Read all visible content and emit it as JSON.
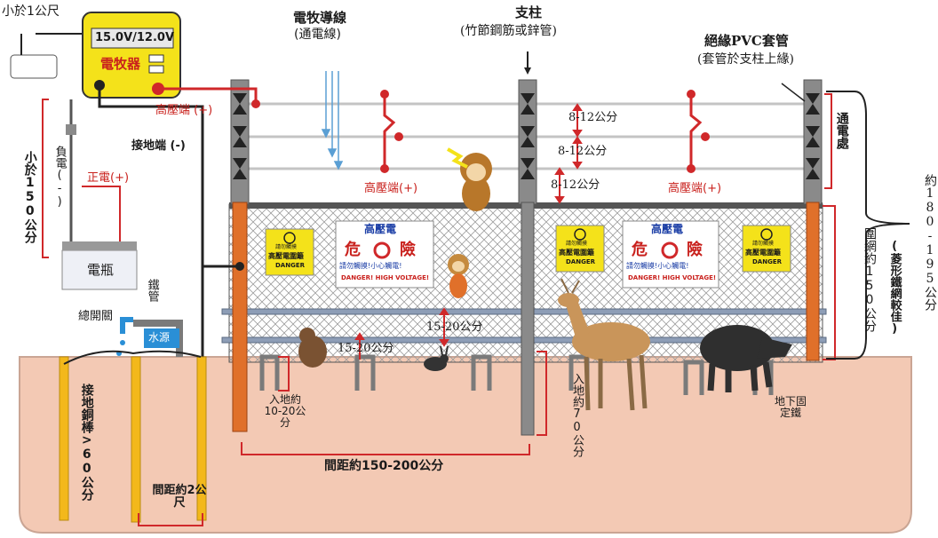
{
  "colors": {
    "ground": "#f3c9b4",
    "wire": "#c8c8c8",
    "hot_lead": "#d0282a",
    "post_orange": "#e0702a",
    "post_gray": "#8a8a8a",
    "mesh": "#b9b9b9",
    "energizer_yellow": "#f4e21a",
    "rod_yellow": "#f3b81b",
    "water_blue": "#2a8fd6"
  },
  "labels": {
    "less_than_1m": "小於1公尺",
    "voltage_display": "15.0V/12.0V",
    "energizer": "電牧器",
    "high_voltage_terminal": "高壓端 (+)",
    "ground_terminal": "接地端 (-)",
    "negative_lead": "負電(-)",
    "positive_lead": "正電(+)",
    "less_than_150cm": "小於150公分",
    "battery": "電瓶",
    "iron_pipe": "鐵管",
    "main_switch": "總開關",
    "water_source": "水源",
    "ground_rod": "接地銅棒>60公分",
    "rod_spacing": "間距約2公尺",
    "fence_wire_title": "電牧導線",
    "fence_wire_subtitle": "(通電線)",
    "post_title": "支柱",
    "post_subtitle": "(竹節鋼筋或鋅管)",
    "pvc_title": "絕緣PVC套管",
    "pvc_subtitle": "(套管於支柱上緣)",
    "wire_gap_1": "8-12公分",
    "wire_gap_2": "8-12公分",
    "wire_gap_3": "8-12公分",
    "hv_left": "高壓端(+)",
    "hv_right": "高壓端(+)",
    "energized_zone": "通電處",
    "mesh_height": "圍網約150公分",
    "total_height": "約180-195公分",
    "mesh_note": "(菱形鐵網較佳)",
    "ground_clearance_1": "15-20公分",
    "ground_clearance_2": "15-20公分",
    "bury_mesh": "入地約10-20公分",
    "bury_post": "入地約70公分",
    "post_spacing": "間距約150-200公分",
    "underground_iron": "地下固定鐵"
  },
  "signs": [
    {
      "title": "高壓電",
      "warn_left": "危",
      "warn_right": "險",
      "line1": "請勿觸摸!小心觸電!",
      "line2": "DANGER! HIGH VOLTAGE!"
    },
    {
      "title": "高壓電",
      "warn_left": "危",
      "warn_right": "險",
      "line1": "請勿觸摸!小心觸電!",
      "line2": "DANGER! HIGH VOLTAGE!"
    }
  ],
  "small_signs": [
    {
      "top": "請勿觸摸",
      "name": "高壓電圍籬",
      "foot": "DANGER"
    },
    {
      "top": "請勿觸摸",
      "name": "高壓電圍籬",
      "foot": "DANGER"
    },
    {
      "top": "請勿觸摸",
      "name": "高壓電圍籬",
      "foot": "DANGER"
    }
  ]
}
